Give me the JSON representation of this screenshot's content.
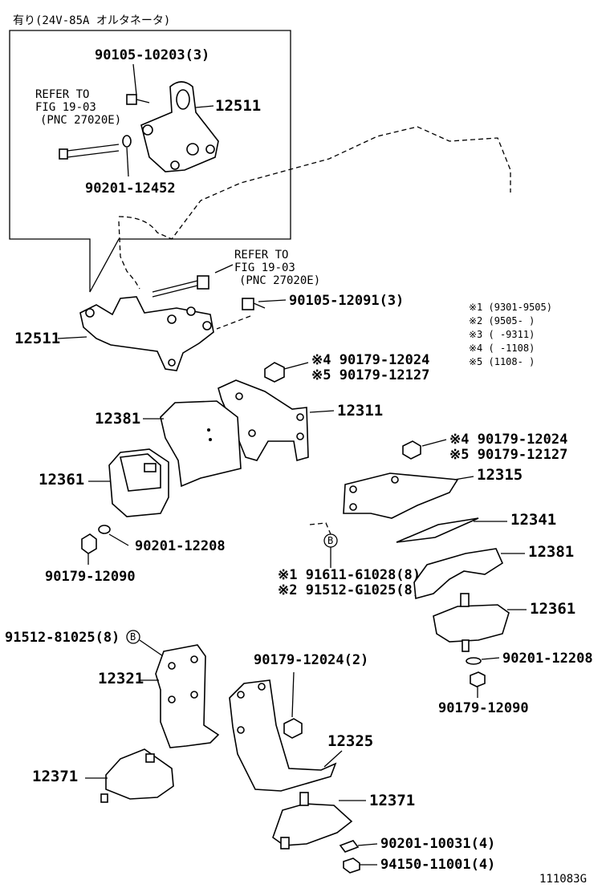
{
  "inset": {
    "header": "有り(24V-85A オルタネータ)",
    "bolt_label": "90105-10203(3)",
    "refer": [
      "REFER TO",
      "FIG 19-03",
      "(PNC 27020E)"
    ],
    "bracket_label": "12511",
    "washer_label": "90201-12452"
  },
  "main": {
    "refer": [
      "REFER TO",
      "FIG 19-03",
      "(PNC 27020E)"
    ],
    "bolt_label": "90105-12091(3)",
    "bracket_left": "12511",
    "nut_top_1": "※4 90179-12024",
    "nut_top_2": "※5 90179-12127",
    "frame_bracket": "12311",
    "insulator_left": "12381",
    "mount_left": "12361",
    "washer_left": "90201-12208",
    "nut_left": "90179-12090",
    "nut_right_1": "※4 90179-12024",
    "nut_right_2": "※5 90179-12127",
    "bracket_right": "12315",
    "plate_right": "12341",
    "insulator_right": "12381",
    "mount_right": "12361",
    "washer_right": "90201-12208",
    "nut_right_low": "90179-12090",
    "bolts_b_1": "※1 91611-61028(8)",
    "bolts_b_2": "※2 91512-G1025(8)",
    "b_marker": "B",
    "bolts_left_b": "91512-81025(8)",
    "rear_bracket_left": "12321",
    "rear_nut": "90179-12024(2)",
    "rear_bracket_right": "12325",
    "rear_mount_left": "12371",
    "rear_mount_right": "12371",
    "rear_washer": "90201-10031(4)",
    "rear_nut2": "94150-11001(4)"
  },
  "legend": [
    "※1 (9301-9505)",
    "※2 (9505-     )",
    "※3 (     -9311)",
    "※4 (     -1108)",
    "※5 (1108-     )"
  ],
  "diagram_id": "111083G"
}
